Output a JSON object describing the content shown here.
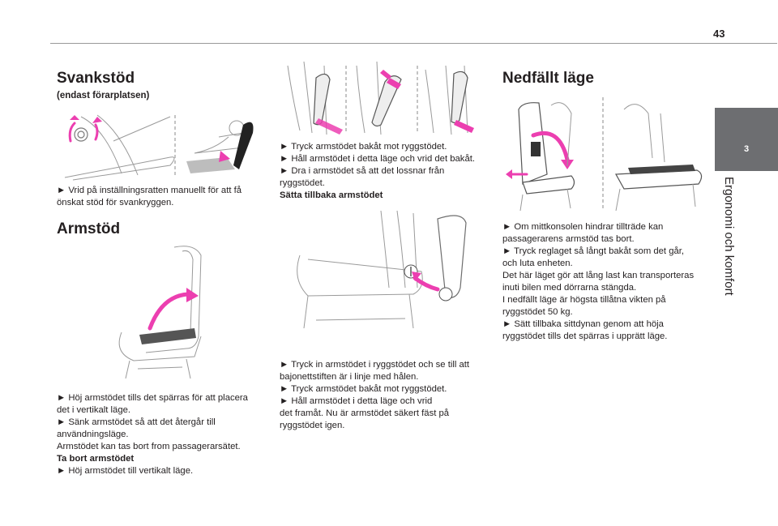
{
  "page_number": "43",
  "side_tab": {
    "chapter_number": "3",
    "chapter_title": "Ergonomi och komfort"
  },
  "col1": {
    "title_lumbar": "Svankstöd",
    "subtitle_lumbar": "(endast förarplatsen)",
    "lumbar_text": [
      "► Vrid på inställningsratten manuellt för att få",
      "önskat stöd för svankryggen."
    ],
    "title_armrest": "Armstöd",
    "armrest_text": [
      "► Höj armstödet tills det spärras för att placera",
      "det i vertikalt läge.",
      "► Sänk armstödet så att det återgår till",
      "användningsläge.",
      "Armstödet kan tas bort from passagerarsätet."
    ],
    "remove_heading": "Ta bort armstödet",
    "remove_text": "► Höj armstödet till vertikalt läge."
  },
  "col2": {
    "steps_text": [
      "► Tryck armstödet bakåt mot ryggstödet.",
      "► Håll armstödet i detta läge och vrid det bakåt.",
      "► Dra i armstödet så att det lossnar från",
      "ryggstödet."
    ],
    "refit_heading": "Sätta tillbaka armstödet",
    "refit_text": [
      "► Tryck in armstödet i ryggstödet och se till att",
      "bajonettstiften är i linje med hålen.",
      "► Tryck armstödet bakåt mot ryggstödet.",
      "► Håll armstödet i detta läge och vrid",
      "det framåt. Nu är armstödet säkert fäst på",
      "ryggstödet igen."
    ]
  },
  "col3": {
    "title_folded": "Nedfällt läge",
    "folded_text": [
      "► Om mittkonsolen hindrar tillträde kan",
      "passagerarens armstöd tas bort.",
      "► Tryck reglaget så långt bakåt som det går,",
      "och luta enheten.",
      "Det här läget gör att lång last kan transporteras",
      "inuti bilen med dörrarna stängda.",
      "I nedfällt läge är högsta tillåtna vikten på",
      "ryggstödet 50 kg.",
      "► Sätt tillbaka sittdynan genom att höja",
      "ryggstödet tills det spärras i upprätt läge."
    ]
  },
  "colors": {
    "accent": "#ec3fb0",
    "tab": "#6d6e71"
  }
}
